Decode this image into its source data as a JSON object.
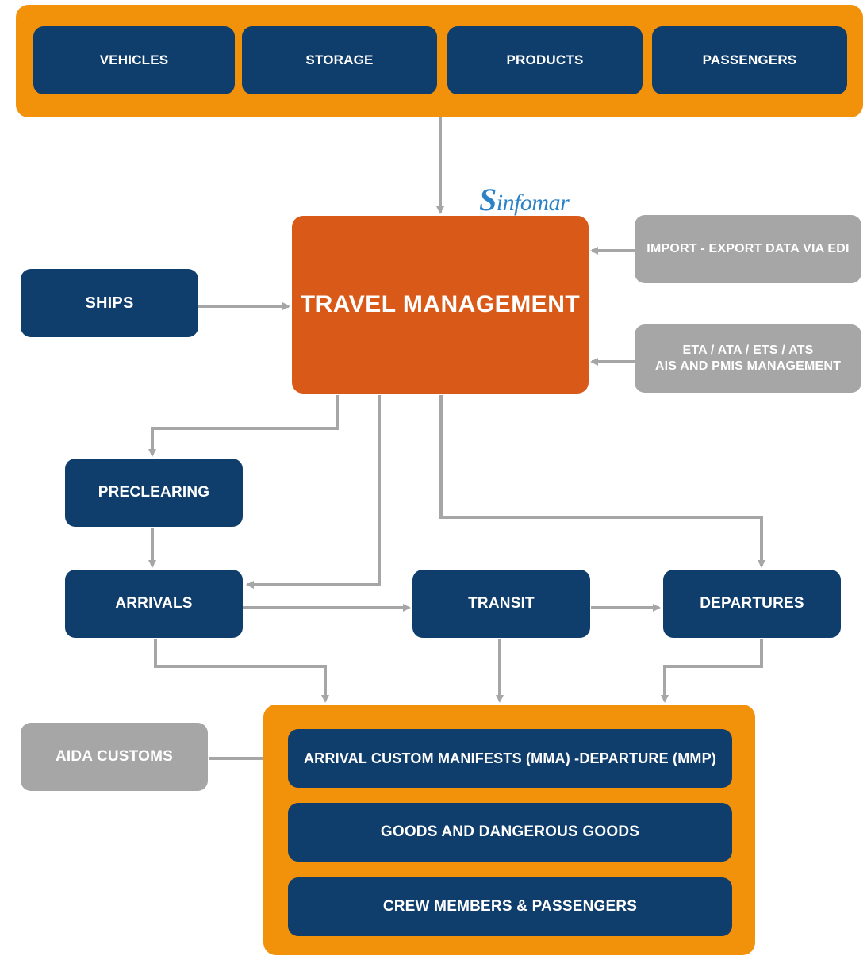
{
  "top_sources": [
    "VEHICLES",
    "STORAGE",
    "PRODUCTS",
    "PASSENGERS"
  ],
  "logo_text": "Sinfomar",
  "travel_management": "TRAVEL MANAGEMENT",
  "ships": "SHIPS",
  "import_export": "IMPORT - EXPORT DATA VIA EDI",
  "eta_line1": "ETA / ATA / ETS / ATS",
  "eta_line2": "AIS AND PMIS MANAGEMENT",
  "preclearing": "PRECLEARING",
  "arrivals": "ARRIVALS",
  "transit": "TRANSIT",
  "departures": "DEPARTURES",
  "aida_customs": "AIDA CUSTOMS",
  "outputs": [
    "ARRIVAL CUSTOM MANIFESTS (MMA) -DEPARTURE (MMP)",
    "GOODS AND DANGEROUS GOODS",
    "CREW MEMBERS & PASSENGERS"
  ],
  "colors": {
    "orange_panel": "#f2920b",
    "navy_box": "#103e6c",
    "grey_box": "#a6a6a6",
    "main_box": "#d95a18",
    "connector": "#a6a6a6",
    "logo": "#2b82c6"
  }
}
